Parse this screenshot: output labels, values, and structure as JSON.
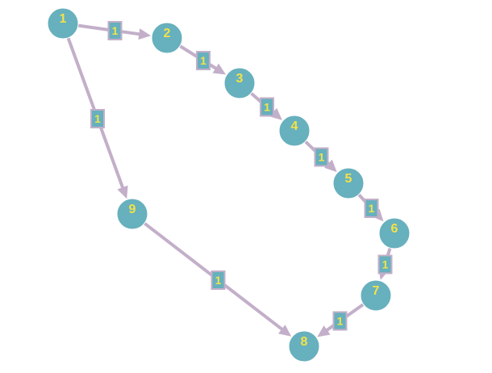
{
  "graph": {
    "colors": {
      "node_fill": "#67b0bd",
      "node_label": "#f2e24a",
      "edge": "#c3afc9",
      "edge_label_box": "#67b0bd",
      "edge_label_border": "#c3afc9",
      "edge_label_text": "#f2e24a",
      "background": "#ffffff"
    },
    "directed": true,
    "nodes": [
      {
        "id": "1",
        "label": "1"
      },
      {
        "id": "2",
        "label": "2"
      },
      {
        "id": "3",
        "label": "3"
      },
      {
        "id": "4",
        "label": "4"
      },
      {
        "id": "5",
        "label": "5"
      },
      {
        "id": "6",
        "label": "6"
      },
      {
        "id": "7",
        "label": "7"
      },
      {
        "id": "8",
        "label": "8"
      },
      {
        "id": "9",
        "label": "9"
      }
    ],
    "edges": [
      {
        "from": "1",
        "to": "2",
        "label": "1"
      },
      {
        "from": "2",
        "to": "3",
        "label": "1"
      },
      {
        "from": "3",
        "to": "4",
        "label": "1"
      },
      {
        "from": "4",
        "to": "5",
        "label": "1"
      },
      {
        "from": "5",
        "to": "6",
        "label": "1"
      },
      {
        "from": "6",
        "to": "7",
        "label": "1"
      },
      {
        "from": "7",
        "to": "8",
        "label": "1"
      },
      {
        "from": "1",
        "to": "9",
        "label": "1"
      },
      {
        "from": "9",
        "to": "8",
        "label": "1"
      }
    ]
  }
}
